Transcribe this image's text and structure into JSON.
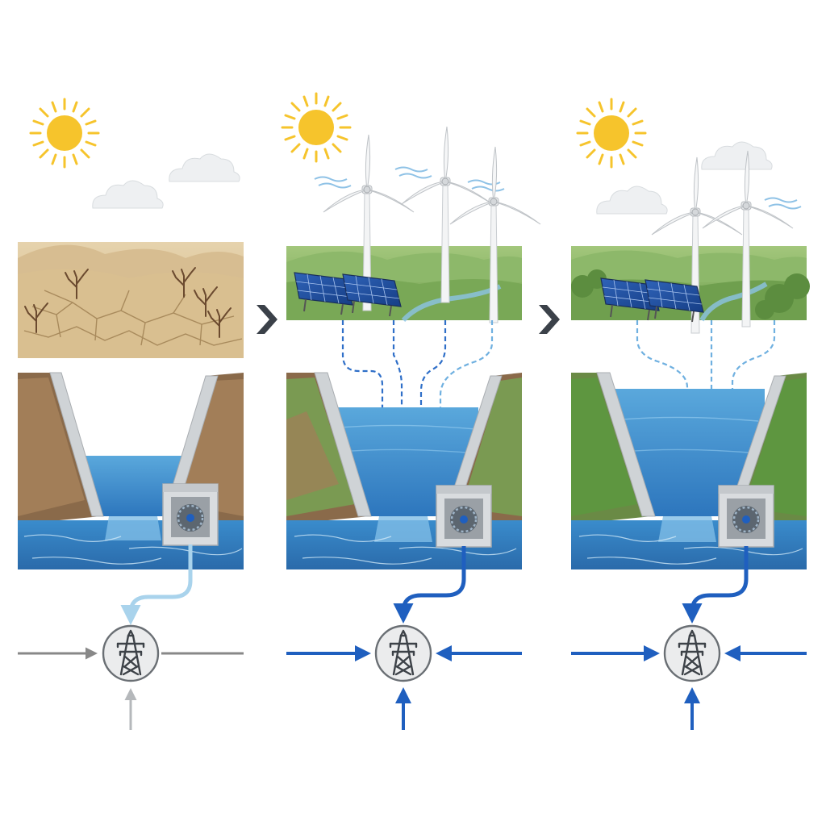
{
  "panels": [
    {
      "id": "drought",
      "landscape": "dry-cracked-land",
      "trees": "bare",
      "wind_turbines": 0,
      "solar_panel_groups": 0,
      "reservoir_level": 0.25,
      "runoff_arrows": 0,
      "grid_inputs_active": false
    },
    {
      "id": "renewables",
      "landscape": "green-hills",
      "trees": "none",
      "wind_turbines": 3,
      "solar_panel_groups": 2,
      "reservoir_level": 0.75,
      "runoff_arrows": 4,
      "grid_inputs_active": true
    },
    {
      "id": "recovered",
      "landscape": "green-hills-forest",
      "trees": "green",
      "wind_turbines": 2,
      "solar_panel_groups": 2,
      "reservoir_level": 0.9,
      "runoff_arrows": 3,
      "grid_inputs_active": true
    }
  ],
  "icons": [
    "sun-icon",
    "cloud-icon",
    "wind-turbine-icon",
    "solar-panel-icon",
    "dam-icon",
    "turbine-house-icon",
    "transmission-tower-icon",
    "chevron-right-icon"
  ],
  "colors": {
    "sun": "#f6c42c",
    "dry_soil": "#dcc49a",
    "grass": "#7cae5a",
    "water": "#3f8fcf",
    "dam": "#cfd3d6",
    "flow_active": "#1f5fbf",
    "flow_inactive": "#888888",
    "flow_light": "#a9d3ec",
    "chevron": "#3b4149"
  }
}
